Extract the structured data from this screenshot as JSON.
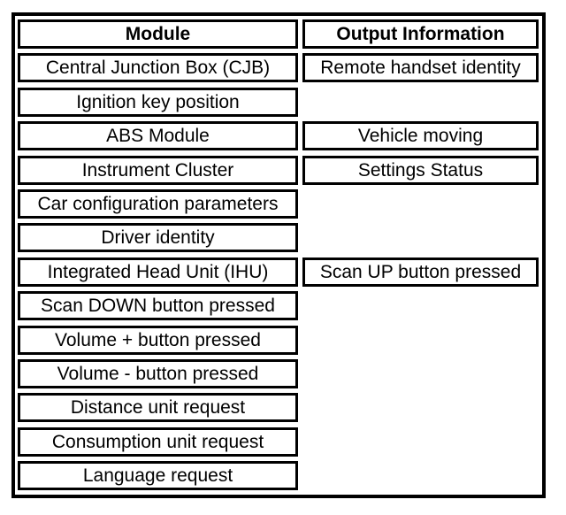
{
  "table": {
    "header": {
      "module": "Module",
      "output": "Output Information"
    },
    "rows": [
      {
        "module": "Central Junction Box (CJB)",
        "output": "Remote handset identity"
      },
      {
        "module": "Ignition key position",
        "output": null
      },
      {
        "module": "ABS Module",
        "output": "Vehicle moving"
      },
      {
        "module": "Instrument Cluster",
        "output": "Settings Status"
      },
      {
        "module": "Car configuration parameters",
        "output": null
      },
      {
        "module": "Driver identity",
        "output": null
      },
      {
        "module": "Integrated Head Unit (IHU)",
        "output": "Scan UP button pressed"
      },
      {
        "module": "Scan DOWN button pressed",
        "output": null
      },
      {
        "module": "Volume + button pressed",
        "output": null
      },
      {
        "module": "Volume - button pressed",
        "output": null
      },
      {
        "module": "Distance unit request",
        "output": null
      },
      {
        "module": "Consumption unit request",
        "output": null
      },
      {
        "module": "Language request",
        "output": null
      }
    ],
    "colors": {
      "border": "#000000",
      "background": "#ffffff",
      "text": "#000000"
    }
  }
}
